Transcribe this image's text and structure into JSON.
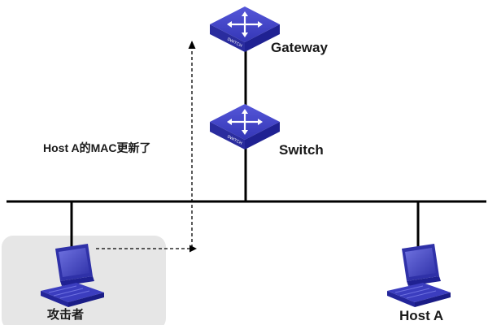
{
  "nodes": {
    "gateway": {
      "label": "Gateway",
      "icon": "switch-icon",
      "icon_text": "SWITCH"
    },
    "switch": {
      "label": "Switch",
      "icon": "switch-icon",
      "icon_text": "SWITCH"
    },
    "attacker": {
      "label": "攻击者",
      "icon": "computer-icon"
    },
    "host_a": {
      "label": "Host A",
      "icon": "computer-icon"
    }
  },
  "annotation": {
    "text": "Host A的MAC更新了"
  },
  "colors": {
    "device_blue": "#3b3dbf",
    "device_dark": "#1f2192",
    "line": "#000000",
    "attacker_highlight": "#e6e6e6"
  }
}
